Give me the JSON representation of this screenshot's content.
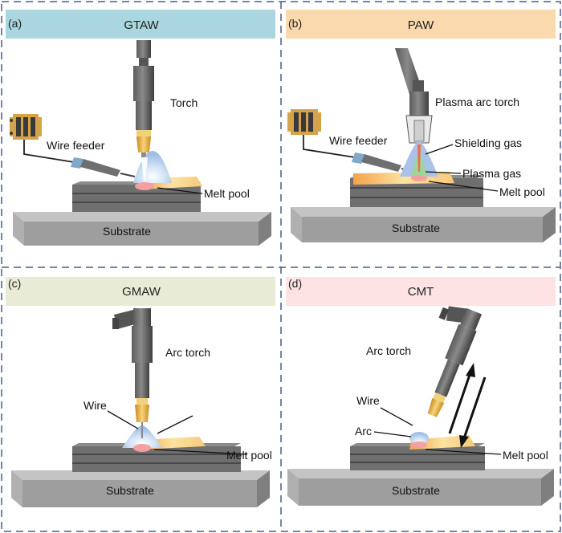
{
  "colors": {
    "gtaw_title_bg": "#a9d6df",
    "paw_title_bg": "#fad9ad",
    "gmaw_title_bg": "#e8ecd6",
    "cmt_title_bg": "#fde3e3",
    "substrate_top": "#bfbfbf",
    "substrate_front": "#9b9b9b",
    "torch_dark": "#4d4d4d",
    "nozzle_gold": "#e8b04a",
    "divider": "#4a5a8c",
    "arc_blue": "#a9c2e8"
  },
  "panels": [
    {
      "id": "a",
      "letter": "(a)",
      "title": "GTAW",
      "labels": {
        "torch": "Torch",
        "wire_feeder": "Wire feeder",
        "melt_pool": "Melt pool"
      },
      "substrate": "Substrate"
    },
    {
      "id": "b",
      "letter": "(b)",
      "title": "PAW",
      "labels": {
        "torch": "Plasma arc torch",
        "wire_feeder": "Wire feeder",
        "shielding_gas": "Shielding gas",
        "plasma_gas": "Plasma gas",
        "melt_pool": "Melt pool"
      },
      "substrate": "Substrate"
    },
    {
      "id": "c",
      "letter": "(c)",
      "title": "GMAW",
      "labels": {
        "torch": "Arc torch",
        "wire": "Wire",
        "melt_pool": "Melt pool"
      },
      "substrate": "Substrate"
    },
    {
      "id": "d",
      "letter": "(d)",
      "title": "CMT",
      "labels": {
        "torch": "Arc torch",
        "wire": "Wire",
        "arc": "Arc",
        "melt_pool": "Melt pool"
      },
      "substrate": "Substrate"
    }
  ]
}
